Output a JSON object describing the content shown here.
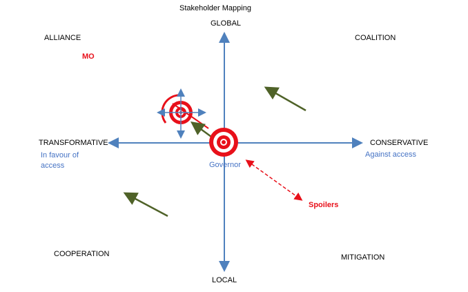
{
  "title": "Stakeholder Mapping",
  "axes": {
    "top": "GLOBAL",
    "bottom": "LOCAL",
    "left": "TRANSFORMATIVE",
    "right": "CONSERVATIVE",
    "left_sub": "In favour of access",
    "right_sub": "Against access"
  },
  "quadrants": {
    "top_left": "ALLIANCE",
    "top_right": "COALITION",
    "bottom_left": "COOPERATION",
    "bottom_right": "MITIGATION"
  },
  "actors": {
    "mo": "MO",
    "governor": "Governor",
    "spoilers": "Spoilers"
  },
  "colors": {
    "axis": "#4f81bd",
    "target": "#e8101a",
    "arrow": "#4f6228"
  }
}
